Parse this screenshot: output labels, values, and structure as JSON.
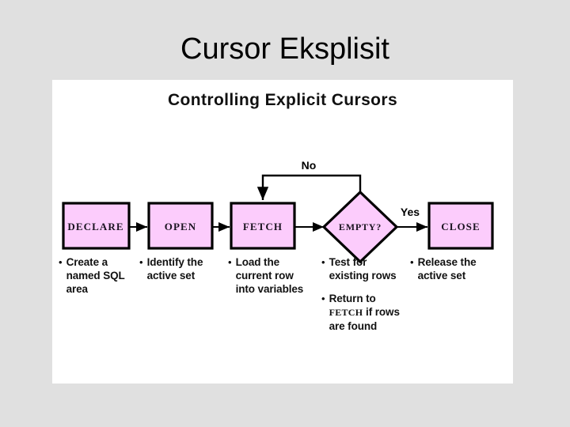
{
  "slide": {
    "title": "Cursor Eksplisit",
    "background_color": "#e0e0e0"
  },
  "diagram": {
    "heading": "Controlling Explicit Cursors",
    "panel_color": "#ffffff",
    "node_fill_color": "#fcccfc",
    "node_border_color": "#000000",
    "nodes": [
      {
        "id": "declare",
        "label": "DECLARE",
        "shape": "rect"
      },
      {
        "id": "open",
        "label": "OPEN",
        "shape": "rect"
      },
      {
        "id": "fetch",
        "label": "FETCH",
        "shape": "rect"
      },
      {
        "id": "empty",
        "label": "EMPTY?",
        "shape": "diamond"
      },
      {
        "id": "close",
        "label": "CLOSE",
        "shape": "rect"
      }
    ],
    "edge_labels": {
      "no": "No",
      "yes": "Yes"
    },
    "columns": [
      {
        "id": "declare",
        "bullets": [
          {
            "text": "Create a named SQL area"
          }
        ]
      },
      {
        "id": "open",
        "bullets": [
          {
            "text": "Identify the active set"
          }
        ]
      },
      {
        "id": "fetch",
        "bullets": [
          {
            "text": "Load the current row into variables"
          }
        ]
      },
      {
        "id": "empty",
        "bullets": [
          {
            "text": "Test for existing rows"
          },
          {
            "pre": "Return to ",
            "mono": "FETCH",
            "post": " if rows are found"
          }
        ]
      },
      {
        "id": "close",
        "bullets": [
          {
            "text": "Release the active set"
          }
        ]
      }
    ]
  }
}
